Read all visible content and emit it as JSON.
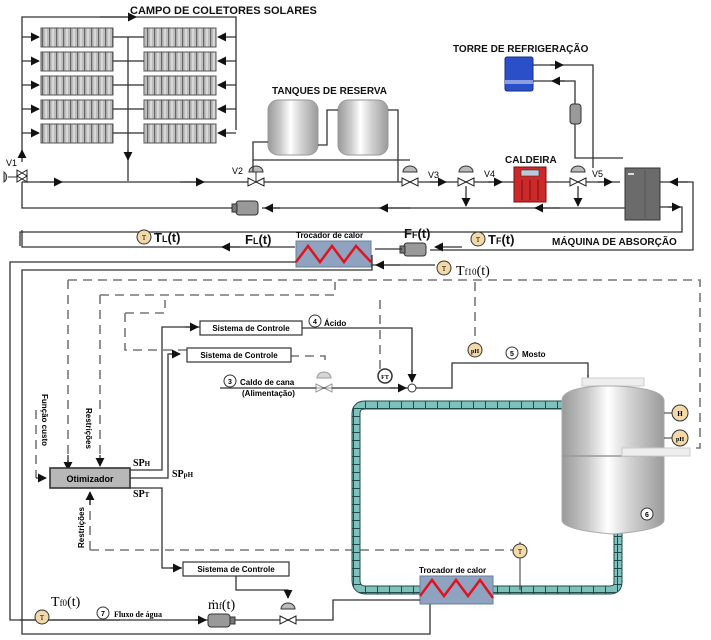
{
  "title": "Sistema de fermentação com aquecimento solar",
  "equipment": {
    "solar_field": "CAMPO DE COLETORES SOLARES",
    "reserve_tanks": "TANQUES DE RESERVA",
    "cooling_tower": "TORRE DE REFRIGERAÇÃO",
    "boiler": "CALDEIRA",
    "absorption_machine": "MÁQUINA DE ABSORÇÃO",
    "heat_exchanger_top": "Trocador de calor",
    "heat_exchanger_bottom": "Trocador de calor",
    "optimizer": "Otimizador",
    "control_system_1": "Sistema de Controle",
    "control_system_2": "Sistema de Controle",
    "control_system_3": "Sistema de Controle"
  },
  "valves": [
    "V1",
    "V2",
    "V3",
    "V4",
    "V5"
  ],
  "variables": {
    "TL": "TL(t)",
    "FL": "FL(t)",
    "FF": "FF(t)",
    "TF": "TF(t)",
    "Tf10": "Tf10(t)",
    "Tf0": "Tf0(t)",
    "mf": "ṁf(t)"
  },
  "variable_parts": {
    "TL": {
      "main": "T",
      "sub": "L",
      "tail": "(t)"
    },
    "FL": {
      "main": "F",
      "sub": "L",
      "tail": "(t)"
    },
    "FF": {
      "main": "F",
      "sub": "F",
      "tail": "(t)"
    },
    "TF": {
      "main": "T",
      "sub": "F",
      "tail": "(t)"
    },
    "Tf10": {
      "main": "T",
      "sub": "f10",
      "tail": "(t)"
    },
    "Tf0": {
      "main": "T",
      "sub": "f0",
      "tail": "(t)"
    },
    "mf": {
      "main": "ṁ",
      "sub": "f",
      "tail": "(t)"
    }
  },
  "setpoints": {
    "SPH": {
      "main": "SP",
      "sub": "H"
    },
    "SPpH": {
      "main": "SP",
      "sub": "pH"
    },
    "SPT": {
      "main": "SP",
      "sub": "T"
    }
  },
  "streams": [
    {
      "number": "3",
      "label": "Caldo de cana",
      "sublabel": "(Alimentação)"
    },
    {
      "number": "4",
      "label": "Ácido"
    },
    {
      "number": "5",
      "label": "Mosto"
    },
    {
      "number": "6",
      "label": ""
    },
    {
      "number": "7",
      "label": "Fluxo de água"
    }
  ],
  "annotations": {
    "cost_function": "Função custo",
    "restrictions_top": "Restrições",
    "restrictions_bottom": "Restrições"
  },
  "sensors": {
    "temperature": "T",
    "flow": "FT",
    "ph": "pH",
    "height": "H"
  },
  "colors": {
    "pipe": "#333333",
    "signal": "#777777",
    "exchanger_fill": "#8fa3c0",
    "exchanger_coil": "#e0141e",
    "boiler": "#cc2a2a",
    "cooling_tower": "#2a4fc8",
    "machine": "#6b6b6b",
    "jacket": "#5fa8a4",
    "sensor_fill": "#f3d9a8"
  }
}
